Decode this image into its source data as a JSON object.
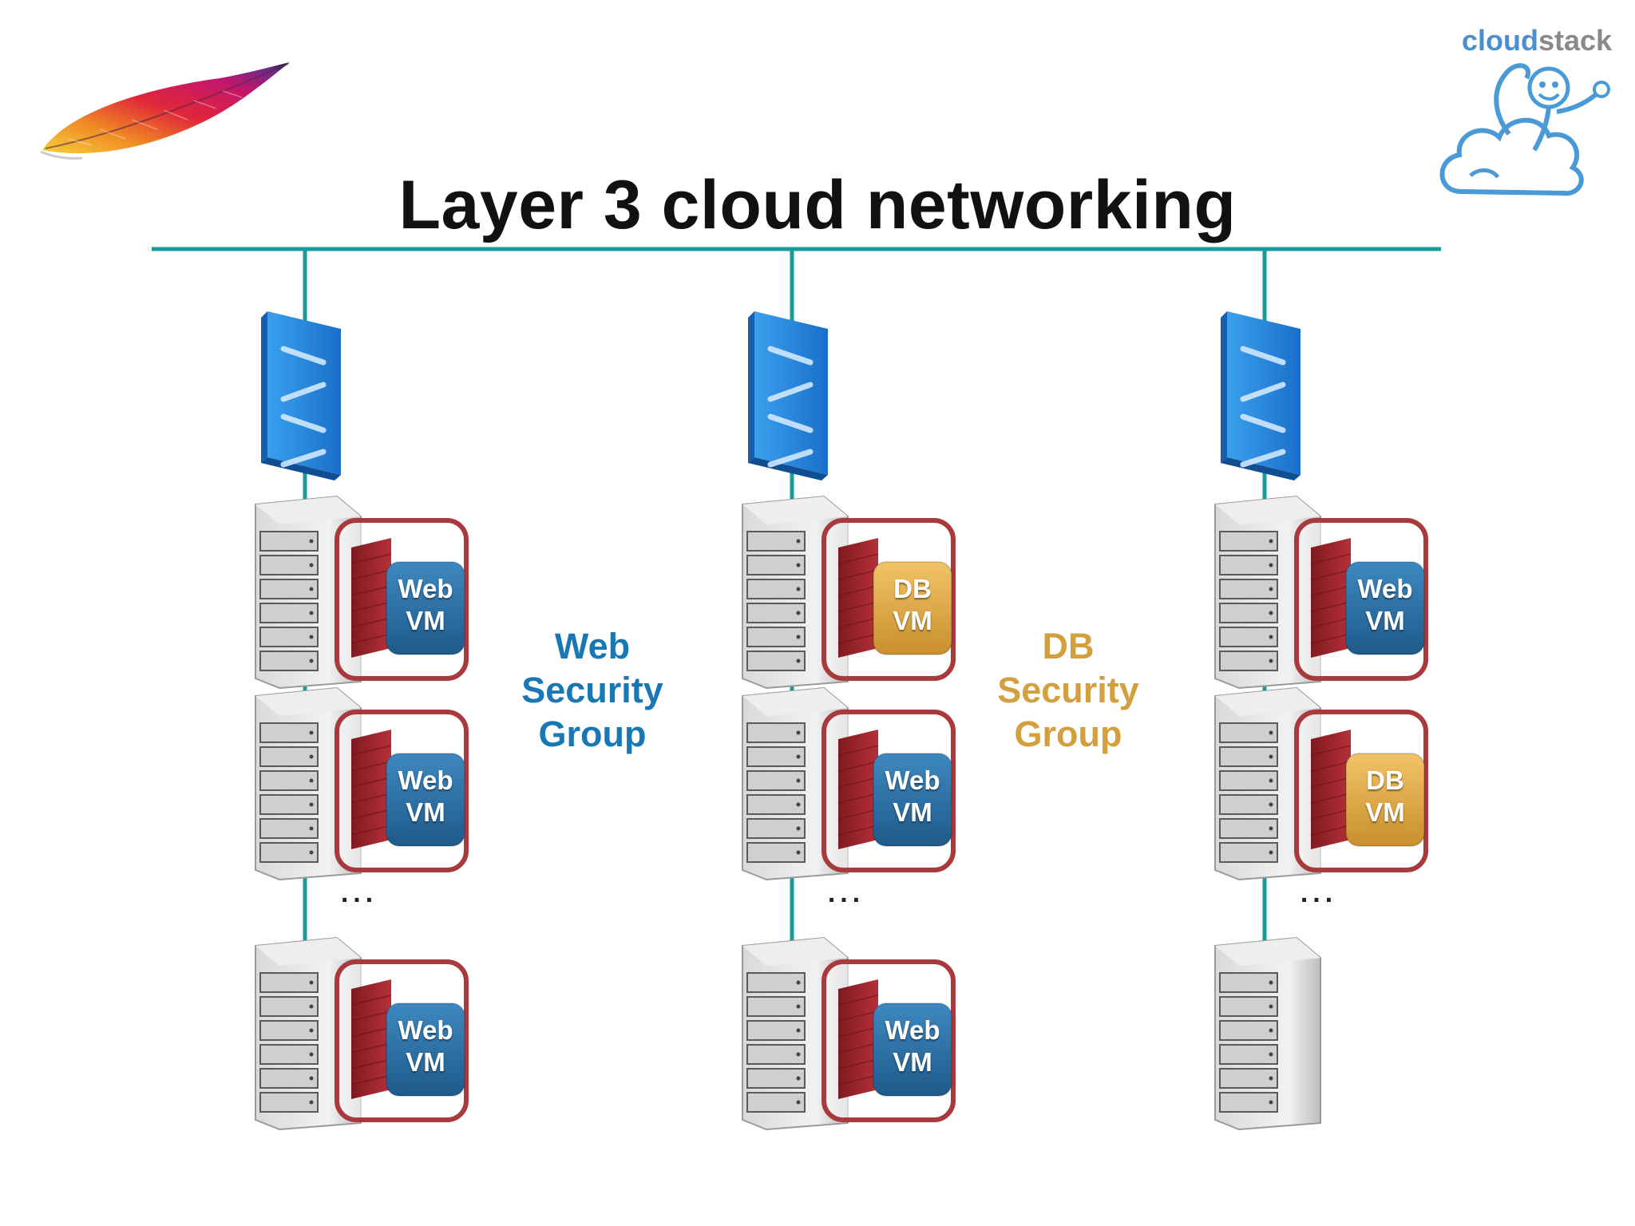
{
  "title": "Layer 3 cloud networking",
  "brand": {
    "part1": "cloud",
    "part2": "stack"
  },
  "colors": {
    "network_line": "#1b9a9a",
    "switch_blue": "#1f7fd6",
    "web_vm": "#2a6ea3",
    "db_vm": "#e2ae45",
    "firewall": "#a3282e",
    "vm_frame": "#a8393c",
    "web_group_text": "#1877b5",
    "db_group_text": "#d4a03e"
  },
  "icons": [
    "apache-feather-icon",
    "cloudstack-monkey-icon",
    "network-switch-icon",
    "server-rack-icon",
    "firewall-icon"
  ],
  "columns": [
    {
      "hosts": [
        {
          "vm": {
            "type": "web",
            "line1": "Web",
            "line2": "VM"
          }
        },
        {
          "vm": {
            "type": "web",
            "line1": "Web",
            "line2": "VM"
          }
        },
        {
          "vm": {
            "type": "web",
            "line1": "Web",
            "line2": "VM"
          }
        }
      ]
    },
    {
      "hosts": [
        {
          "vm": {
            "type": "db",
            "line1": "DB",
            "line2": "VM"
          }
        },
        {
          "vm": {
            "type": "web",
            "line1": "Web",
            "line2": "VM"
          }
        },
        {
          "vm": {
            "type": "web",
            "line1": "Web",
            "line2": "VM"
          }
        }
      ]
    },
    {
      "hosts": [
        {
          "vm": {
            "type": "web",
            "line1": "Web",
            "line2": "VM"
          }
        },
        {
          "vm": {
            "type": "db",
            "line1": "DB",
            "line2": "VM"
          }
        },
        {
          "vm": null
        }
      ]
    }
  ],
  "ellipsis": "...",
  "groups": {
    "web": {
      "line1": "Web",
      "line2": "Security",
      "line3": "Group"
    },
    "db": {
      "line1": "DB",
      "line2": "Security",
      "line3": "Group"
    }
  }
}
